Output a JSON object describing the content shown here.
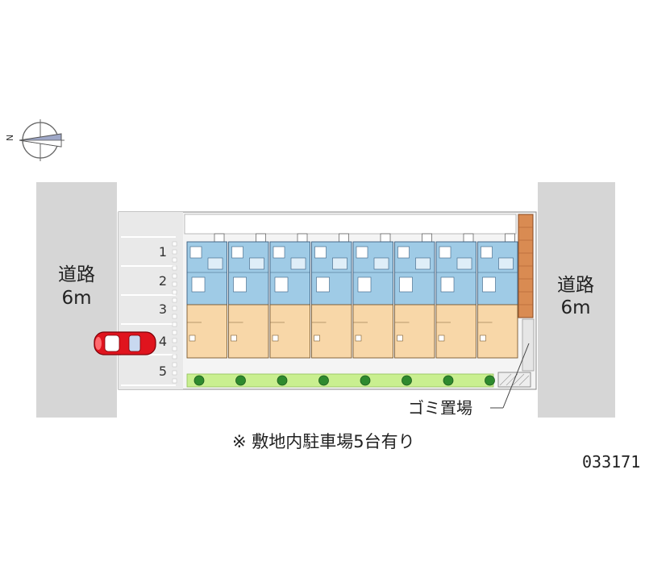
{
  "roads": {
    "left": {
      "name": "道路",
      "width": "6m"
    },
    "right": {
      "name": "道路",
      "width": "6m"
    }
  },
  "parking": {
    "numbers": [
      "1",
      "2",
      "3",
      "4",
      "5"
    ],
    "occupied_space": "4"
  },
  "building": {
    "units": 8
  },
  "labels": {
    "garbage": "ゴミ置場",
    "note": "※ 敷地内駐車場5台有り",
    "property_code": "033171"
  },
  "compass": {
    "north_mark": "N"
  },
  "colors": {
    "road": "#d6d6d6",
    "parking_lot": "#e9e9e9",
    "unit_wet_area": "#9fcbe6",
    "unit_room": "#f8d7a8",
    "hedge": "#c9ef90",
    "shrub": "#2e8a2e",
    "brick": "#d98b52",
    "car": "#e0141e"
  }
}
